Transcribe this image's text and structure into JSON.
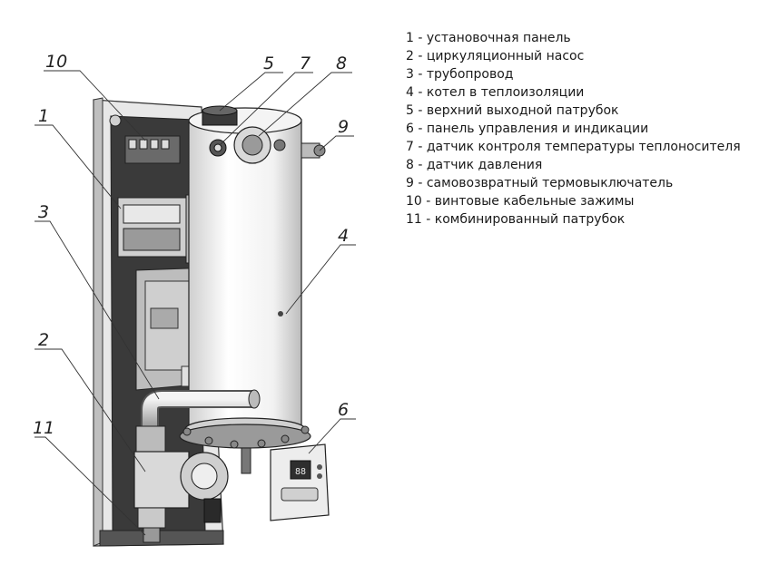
{
  "callouts": [
    "10",
    "1",
    "3",
    "2",
    "11",
    "5",
    "7",
    "8",
    "9",
    "4",
    "6"
  ],
  "display_text": "88",
  "legend": [
    "1 - установочная панель",
    "2 - циркуляционный насос",
    "3 - трубопровод",
    "4 - котел в теплоизоляции",
    "5 - верхний выходной патрубок",
    "6 - панель управления и индикации",
    "7 - датчик контроля температуры теплоносителя",
    "8 - датчик давления",
    "9 - самовозвратный термовыключатель",
    "10 - винтовые кабельные зажимы",
    "11 - комбинированный патрубок"
  ]
}
